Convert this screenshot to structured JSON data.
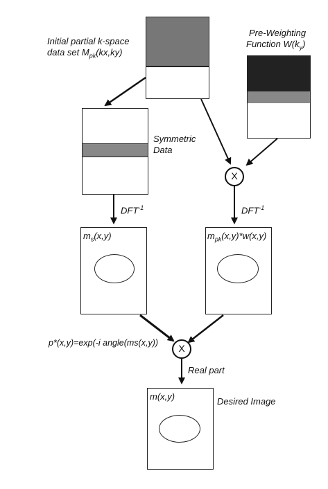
{
  "labels": {
    "initial_line1": "Initial partial k-space",
    "initial_line2_pre": "data set M",
    "initial_line2_sub": "pk",
    "initial_line2_post": "(kx,ky)",
    "preweight_line1": "Pre-Weighting",
    "preweight_line2_pre": "Function W(k",
    "preweight_line2_sub": "y",
    "preweight_line2_post": ")",
    "symmetric_line1": "Symmetric",
    "symmetric_line2": "Data",
    "dft_left": "DFT",
    "dft_left_sup": "-1",
    "dft_right": "DFT",
    "dft_right_sup": "-1",
    "ms_pre": "m",
    "ms_sub": "s",
    "ms_post": "(x,y)",
    "mpk_pre": "m",
    "mpk_sub": "pk",
    "mpk_post": "(x,y)*w(x,y)",
    "phase": "p*(x,y)=exp(-i angle(ms(x,y))",
    "real_part": "Real part",
    "m_final": "m(x,y)",
    "desired": "Desired Image",
    "multiply_symbol": "X"
  },
  "colors": {
    "kspace_dark": "#777777",
    "preweight_dark": "#222222",
    "preweight_mid": "#888888",
    "symmetric_band": "#888888"
  }
}
